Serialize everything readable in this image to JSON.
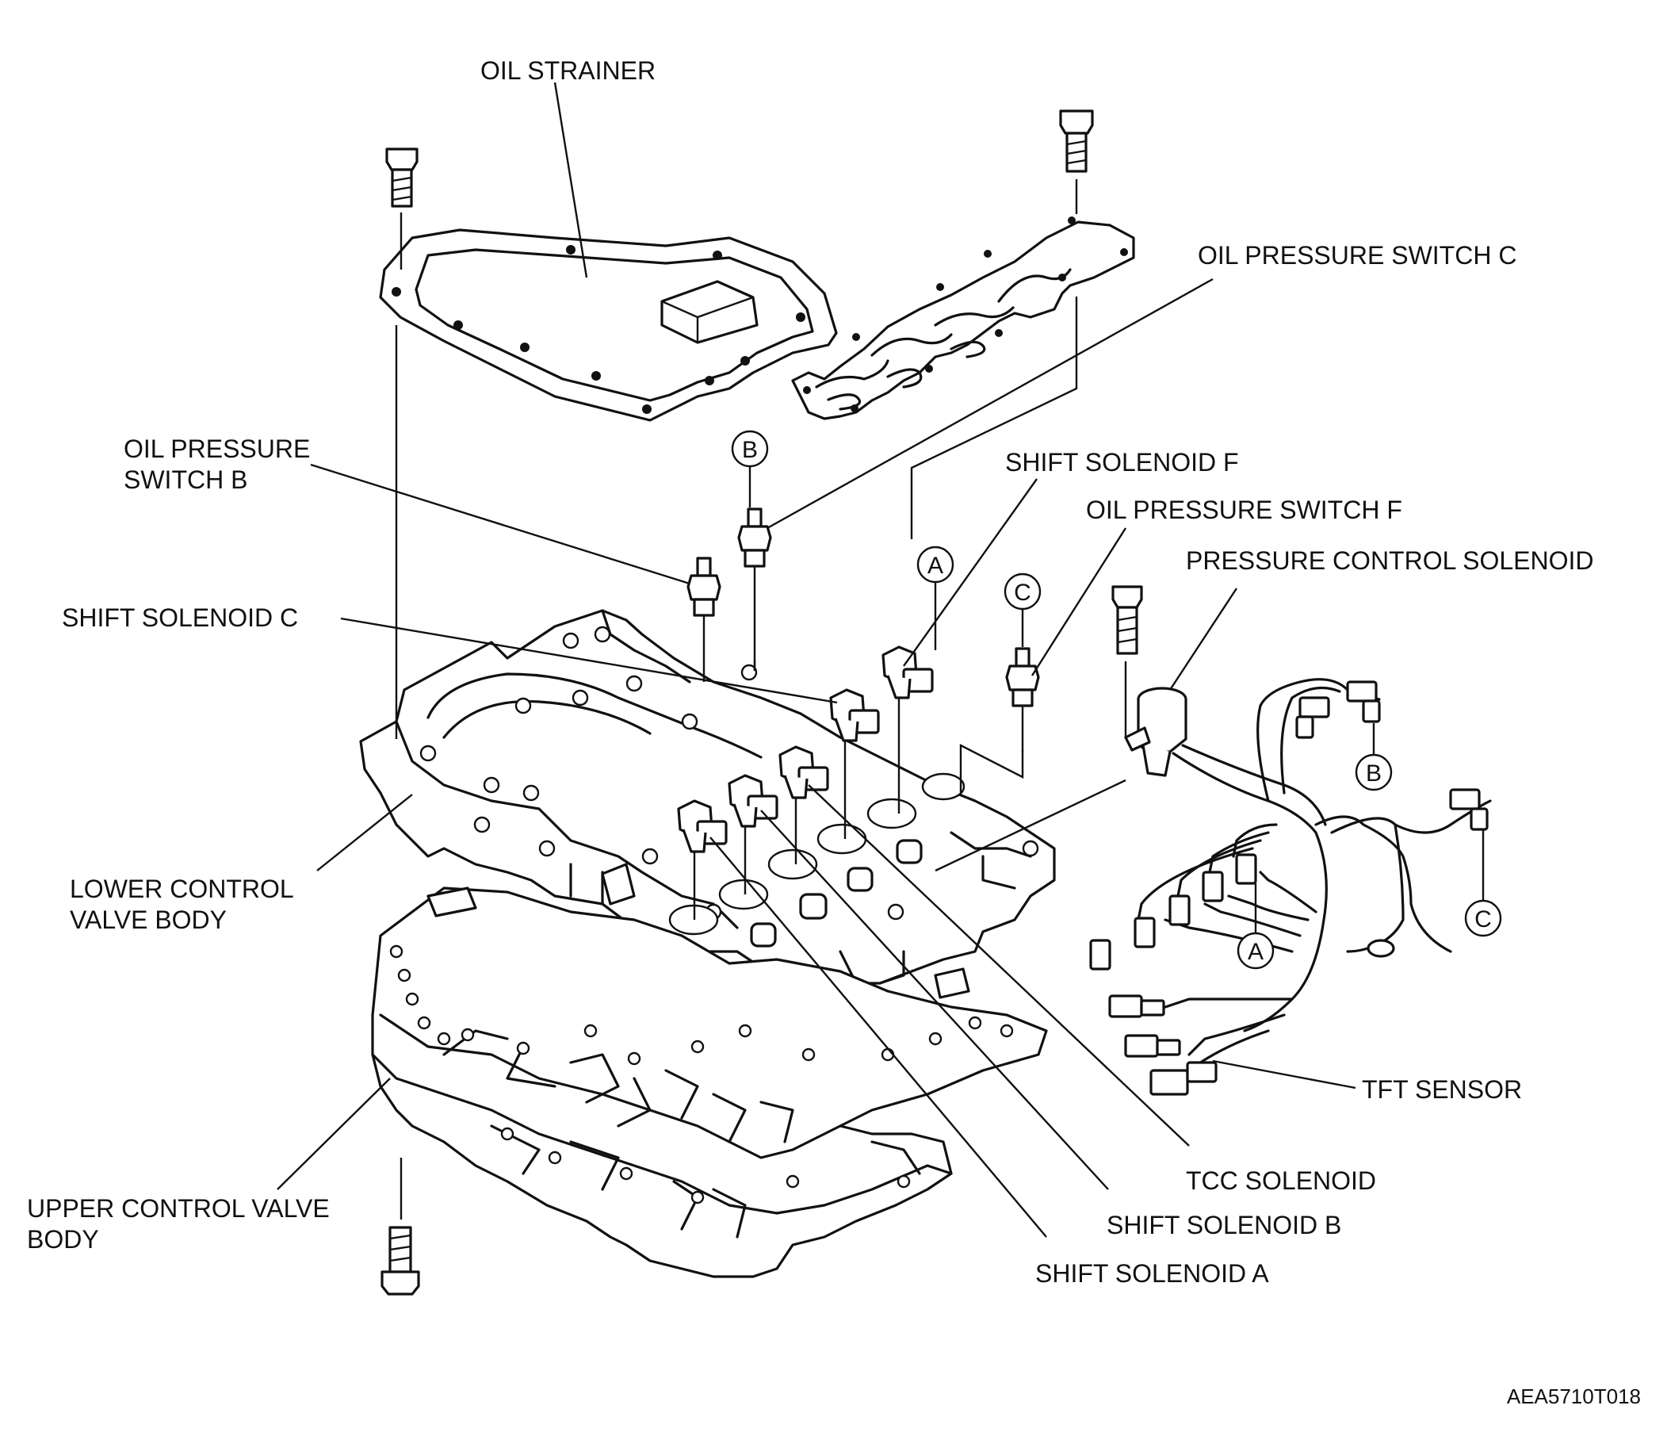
{
  "diagram": {
    "labels": {
      "oil_strainer": "OIL STRAINER",
      "oil_pressure_switch_c": "OIL PRESSURE SWITCH C",
      "oil_pressure_switch_b_line1": "OIL PRESSURE",
      "oil_pressure_switch_b_line2": "SWITCH B",
      "shift_solenoid_f": "SHIFT SOLENOID F",
      "oil_pressure_switch_f": "OIL PRESSURE SWITCH F",
      "pressure_control_solenoid": "PRESSURE CONTROL SOLENOID",
      "shift_solenoid_c": "SHIFT SOLENOID C",
      "lower_control_valve_body_line1": "LOWER CONTROL",
      "lower_control_valve_body_line2": "VALVE BODY",
      "tft_sensor": "TFT SENSOR",
      "upper_control_valve_body_line1": "UPPER CONTROL VALVE",
      "upper_control_valve_body_line2": "BODY",
      "tcc_solenoid": "TCC SOLENOID",
      "shift_solenoid_b": "SHIFT SOLENOID B",
      "shift_solenoid_a": "SHIFT SOLENOID A"
    },
    "callouts": {
      "a_upper": "A",
      "a_harness": "A",
      "b_upper": "B",
      "b_harness": "B",
      "c_upper": "C",
      "c_harness": "C"
    },
    "figure_code": "AEA5710T018"
  }
}
